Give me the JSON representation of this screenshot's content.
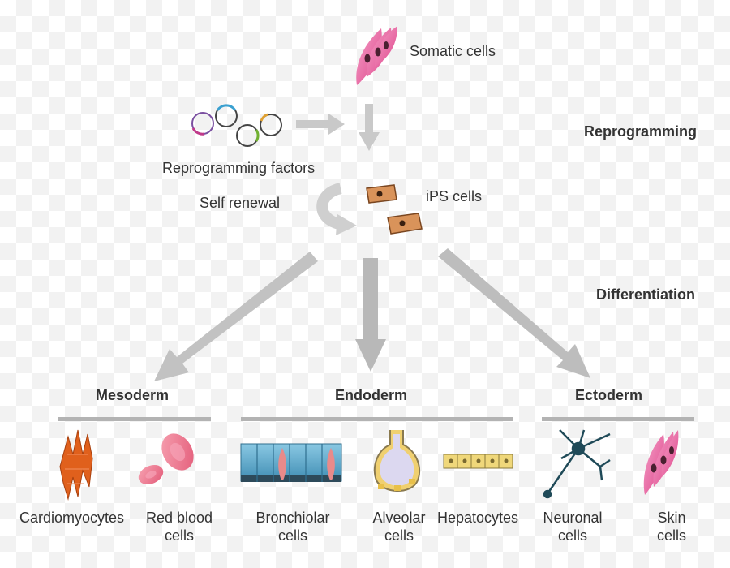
{
  "labels": {
    "somatic_cells": "Somatic cells",
    "reprogramming": "Reprogramming",
    "reprogramming_factors": "Reprogramming factors",
    "self_renewal": "Self renewal",
    "ips_cells": "iPS cells",
    "differentiation": "Differentiation"
  },
  "germ_layers": {
    "mesoderm": "Mesoderm",
    "endoderm": "Endoderm",
    "ectoderm": "Ectoderm"
  },
  "cell_types": {
    "cardiomyocytes": "Cardiomyocytes",
    "red_blood_1": "Red blood",
    "red_blood_2": "cells",
    "bronchiolar_1": "Bronchiolar",
    "bronchiolar_2": "cells",
    "alveolar_1": "Alveolar",
    "alveolar_2": "cells",
    "hepatocytes": "Hepatocytes",
    "neuronal_1": "Neuronal",
    "neuronal_2": "cells",
    "skin_1": "Skin",
    "skin_2": "cells"
  },
  "colors": {
    "arrow": "#b8b8b8",
    "somatic_pink": "#e85a9c",
    "ips_brown": "#d9935a",
    "cardio_orange": "#e0601c",
    "rbc_pink": "#f07a90",
    "bronchiolar_blue": "#6fb4d2",
    "alveolar_yellow": "#f0d070",
    "hepato_yellow": "#efd77a",
    "neuron_teal": "#1f4a58"
  }
}
